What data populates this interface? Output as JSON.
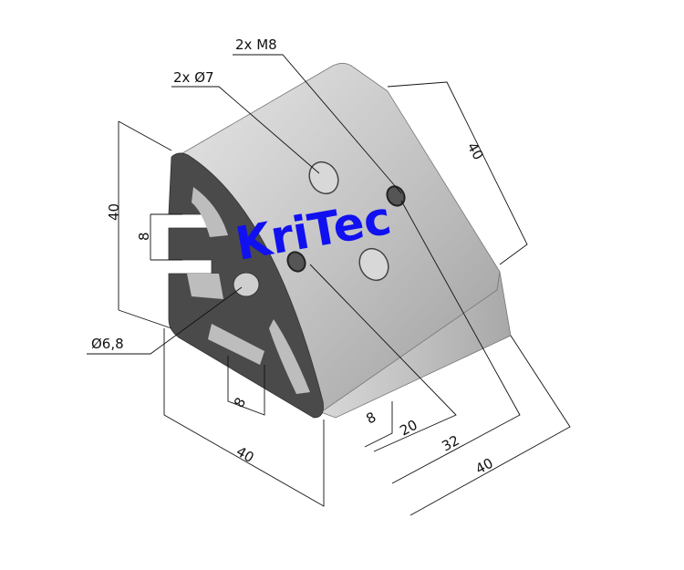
{
  "logo": {
    "text": "KriTec",
    "color": "#1010f0"
  },
  "callouts": {
    "threads": "2x M8",
    "holes": "2x Ø7",
    "side_hole": "Ø6,8"
  },
  "dimensions": {
    "front_height": "40",
    "front_slot": "8",
    "bottom_slot": "8",
    "bottom_width": "40",
    "face_length": "40",
    "offset_8": "8",
    "offset_20": "20",
    "offset_32": "32",
    "offset_40": "40"
  },
  "colors": {
    "front_face": "#4a4a4a",
    "top_face": "#c8c8c8",
    "side_face": "#b0b0b0"
  }
}
